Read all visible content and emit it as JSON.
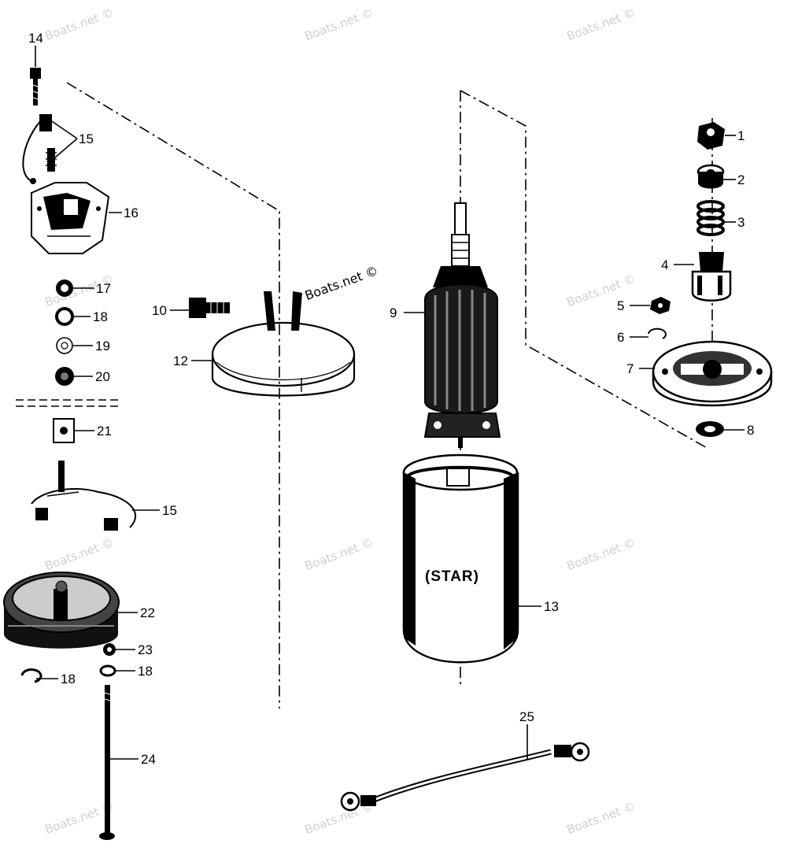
{
  "watermark": "Boats.net ©",
  "housing_label": "(STAR)",
  "parts": {
    "p1": "1",
    "p2": "2",
    "p3": "3",
    "p4": "4",
    "p5": "5",
    "p6": "6",
    "p7": "7",
    "p8": "8",
    "p9": "9",
    "p10": "10",
    "p12": "12",
    "p13": "13",
    "p14": "14",
    "p15a": "15",
    "p15b": "15",
    "p16": "16",
    "p17": "17",
    "p18a": "18",
    "p18b": "18",
    "p18c": "18",
    "p19": "19",
    "p20": "20",
    "p21": "21",
    "p22": "22",
    "p23": "23",
    "p24": "24",
    "p25": "25"
  }
}
